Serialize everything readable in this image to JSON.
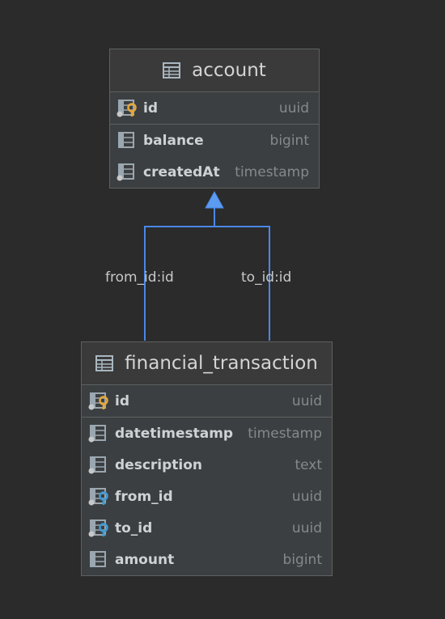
{
  "entities": {
    "account": {
      "title": "account",
      "pk_columns": [
        {
          "name": "id",
          "type": "uuid",
          "icon": "primary-key-column-icon"
        }
      ],
      "columns": [
        {
          "name": "balance",
          "type": "bigint",
          "icon": "column-icon"
        },
        {
          "name": "createdAt",
          "type": "timestamp",
          "icon": "nullable-column-icon"
        }
      ]
    },
    "financial_transaction": {
      "title": "financial_transaction",
      "pk_columns": [
        {
          "name": "id",
          "type": "uuid",
          "icon": "primary-key-column-icon"
        }
      ],
      "columns": [
        {
          "name": "datetimestamp",
          "type": "timestamp",
          "icon": "nullable-column-icon"
        },
        {
          "name": "description",
          "type": "text",
          "icon": "nullable-column-icon"
        },
        {
          "name": "from_id",
          "type": "uuid",
          "icon": "foreign-key-column-icon"
        },
        {
          "name": "to_id",
          "type": "uuid",
          "icon": "foreign-key-column-icon"
        },
        {
          "name": "amount",
          "type": "bigint",
          "icon": "column-icon"
        }
      ]
    }
  },
  "relations": [
    {
      "label": "from_id:id",
      "from": "financial_transaction",
      "to": "account"
    },
    {
      "label": "to_id:id",
      "from": "financial_transaction",
      "to": "account"
    }
  ],
  "colors": {
    "background": "#2b2b2b",
    "connector": "#4a88e8",
    "pk_key": "#e6a83a",
    "fk_key": "#3d9ad4"
  }
}
